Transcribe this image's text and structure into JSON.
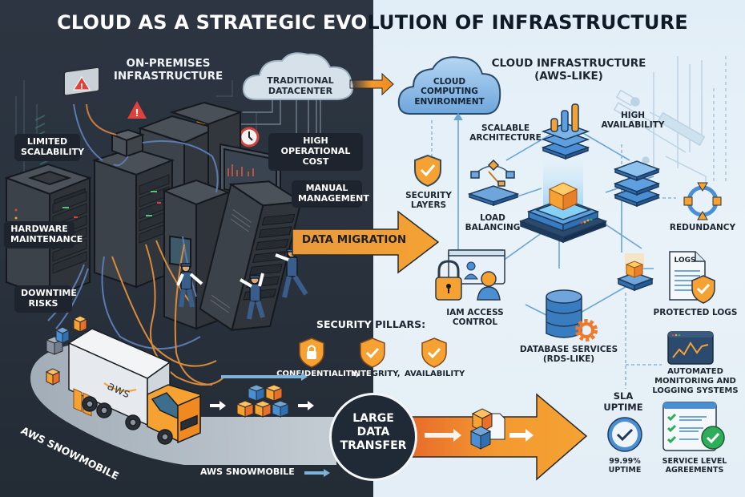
{
  "title": {
    "left_part": "CLOUD AS A STRATEGIC EVO",
    "right_part": "LUTION OF INFRASTRUCTURE",
    "full": "CLOUD AS A STRATEGIC EVOLUTION OF INFRASTRUCTURE"
  },
  "colors": {
    "left_bg": "#29323d",
    "right_bg": "#e3eef6",
    "accent_orange": "#f5a233",
    "accent_blue": "#4a8fd4",
    "label_box": "#1d242d",
    "success_green": "#2fae5a",
    "warning_red": "#e2403a"
  },
  "on_premises": {
    "heading": "ON-PREMISES INFRASTRUCTURE",
    "heading_line1": "ON-PREMISES",
    "heading_line2": "INFRASTRUCTURE",
    "datacenter_cloud": {
      "line1": "TRADITIONAL",
      "line2": "DATACENTER"
    },
    "issues": [
      {
        "line1": "LIMITED",
        "line2": "SCALABILITY",
        "icon": "server-rack-icon"
      },
      {
        "line1": "HIGH",
        "line2": "OPERATIONAL COST",
        "icon": "clock-icon"
      },
      {
        "line1": "MANUAL",
        "line2": "MANAGEMENT",
        "icon": "monitor-icon"
      },
      {
        "line1": "HARDWARE",
        "line2": "MAINTENANCE",
        "icon": "server-rack-icon"
      },
      {
        "line1": "DOWNTIME",
        "line2": "RISKS",
        "icon": "warning-icon"
      }
    ]
  },
  "migration": {
    "label": "DATA MIGRATION"
  },
  "security_pillars": {
    "heading": "SECURITY PILLARS:",
    "heading_left": "SECURITY",
    "heading_right": " PILLARS:",
    "items": [
      {
        "label": "CONFIDENTIALITY,",
        "icon": "shield-lock-icon"
      },
      {
        "label": "INTEGRITY,",
        "icon": "shield-check-icon"
      },
      {
        "label": "AVAILABILITY",
        "icon": "shield-check-icon"
      }
    ]
  },
  "snowmobile": {
    "road_label": "AWS SNOWMOBILE",
    "bottom_label": "AWS SNOWMOBILE",
    "truck_brand": "aws"
  },
  "large_transfer": {
    "line1": "LARGE",
    "line2": "DATA",
    "line3": "TRANSFER"
  },
  "cloud": {
    "heading_line1": "CLOUD INFRASTRUCTURE",
    "heading_line2": "(AWS-LIKE)",
    "env_cloud": {
      "line1": "CLOUD",
      "line2": "COMPUTING",
      "line3": "ENVIRONMENT"
    },
    "components": {
      "security_layers": {
        "line1": "SECURITY",
        "line2": "LAYERS"
      },
      "scalable": {
        "line1": "SCALABLE",
        "line2": "ARCHITECTURE"
      },
      "high_availability": {
        "line1": "HIGH",
        "line2": "AVAILABILITY"
      },
      "load_balancing": {
        "line1": "LOAD",
        "line2": "BALANCING"
      },
      "redundancy": {
        "line1": "REDUNDANCY"
      },
      "iam": {
        "line1": "IAM ACCESS",
        "line2": "CONTROL"
      },
      "protected_logs": {
        "line1": "PROTECTED LOGS",
        "doc_label": "LOGS"
      },
      "database": {
        "line1": "DATABASE SERVICES",
        "line2": "(RDS-LIKE)"
      },
      "monitoring": {
        "line1": "AUTOMATED",
        "line2": "MONITORING AND",
        "line3": "LOGGING SYSTEMS"
      }
    },
    "sla": {
      "heading_line1": "SLA",
      "heading_line2": "UPTIME",
      "uptime_value": "99.99%",
      "uptime_label": "UPTIME",
      "uptime_percent": 99.99,
      "agreements_line1": "SERVICE LEVEL",
      "agreements_line2": "AGREEMENTS"
    }
  }
}
